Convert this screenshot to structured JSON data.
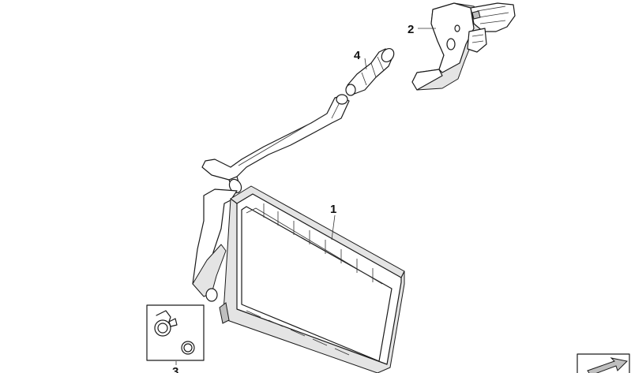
{
  "callouts": {
    "heater_core": "1",
    "valve_bracket": "2",
    "clamp_kit": "3",
    "connector": "4"
  },
  "colors": {
    "line": "#1a1a1a",
    "shade": "#e4e4e4",
    "background": "#ffffff"
  }
}
